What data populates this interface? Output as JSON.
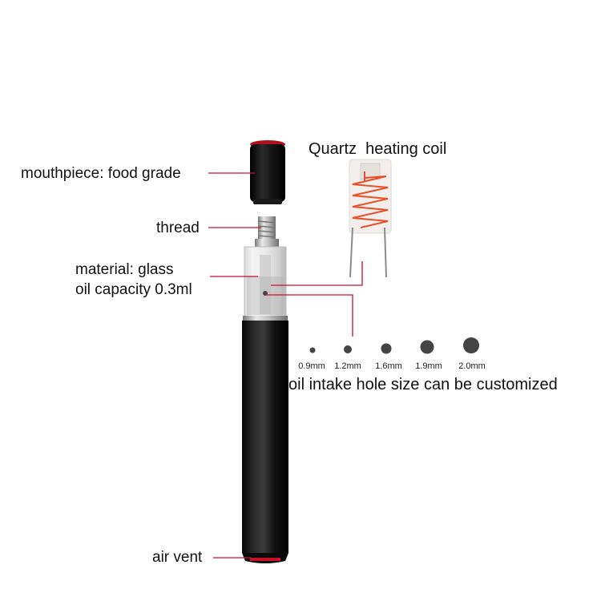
{
  "labels": {
    "mouthpiece": "mouthpiece: food grade",
    "thread": "thread",
    "material": "material: glass",
    "capacity": "oil capacity 0.3ml",
    "air_vent": "air vent",
    "coil_title": "Quartz  heating coil",
    "hole_note": "oil intake hole size can be customized"
  },
  "hole_sizes": [
    "0.9mm",
    "1.2mm",
    "1.6mm",
    "1.9mm",
    "2.0mm"
  ],
  "colors": {
    "leader_line": "#c8102e",
    "coil_wire": "#e8502a",
    "body": "#0d0d0d",
    "mouthpiece_tip": "#b0121d"
  }
}
